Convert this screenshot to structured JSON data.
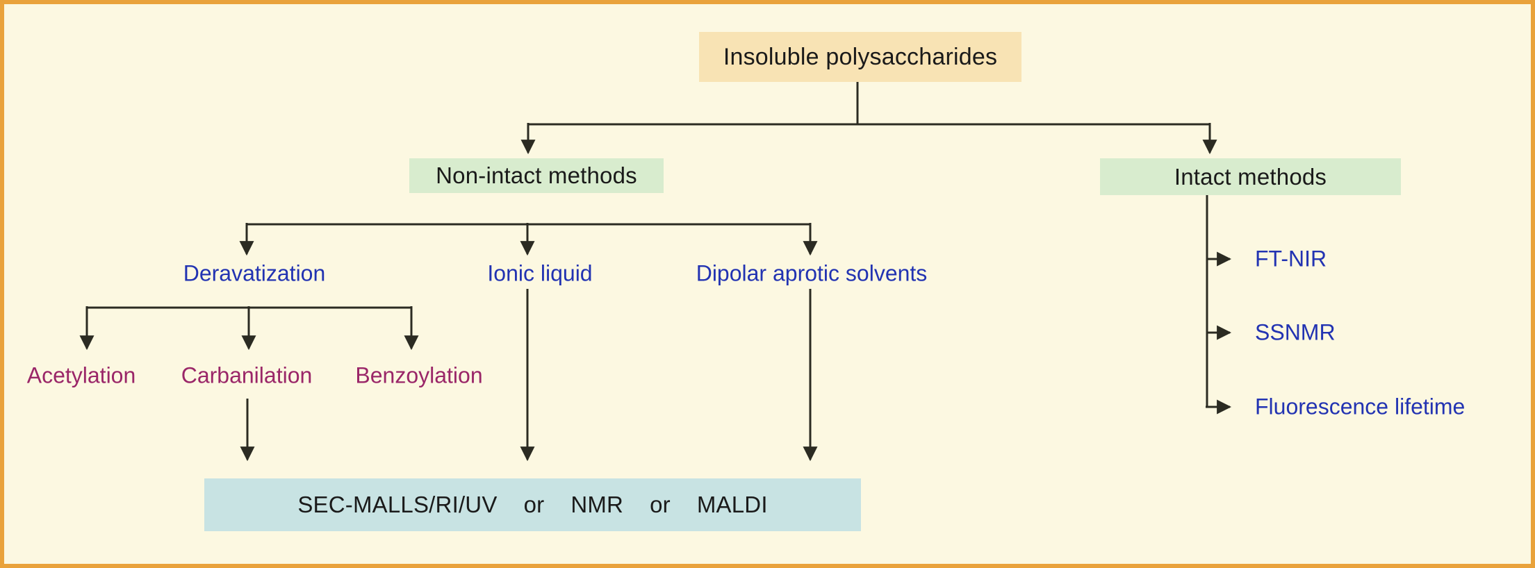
{
  "flowchart": {
    "root": "Insoluble polysaccharides",
    "non_intact": {
      "label": "Non-intact methods",
      "derivatization": {
        "label": "Deravatization",
        "methods": [
          "Acetylation",
          "Carbanilation",
          "Benzoylation"
        ]
      },
      "ionic_liquid": "Ionic liquid",
      "dipolar_aprotic": "Dipolar aprotic solvents"
    },
    "intact": {
      "label": "Intact methods",
      "methods": [
        "FT-NIR",
        "SSNMR",
        "Fluorescence lifetime"
      ]
    },
    "analysis": {
      "tokens": [
        "SEC-MALLS/RI/UV",
        "or",
        "NMR",
        "or",
        "MALDI"
      ]
    }
  },
  "colors": {
    "background": "#FCF8E1",
    "border": "#E9A23B",
    "root_box_fill": "#F8E3B4",
    "category_box_fill": "#D8ECCE",
    "analysis_box_fill": "#C8E3E3",
    "solvent_text": "#2233B2",
    "derivative_text": "#9A2668",
    "line": "#2B2B22",
    "box_text": "#1A1A1A"
  }
}
